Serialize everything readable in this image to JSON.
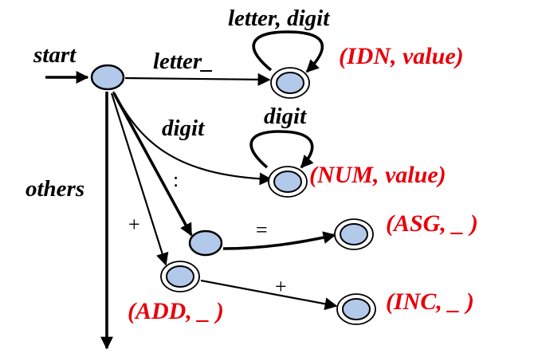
{
  "labels": {
    "start": "start",
    "others": "others",
    "letter_edge": "letter_",
    "letter_digit_loop": "letter, digit",
    "digit_edge": "digit",
    "digit_loop": "digit",
    "colon_edge": ":",
    "equals_edge": "=",
    "plus_edge_1": "+",
    "plus_edge_2": "+"
  },
  "tokens": {
    "idn": "(IDN, value)",
    "num": "(NUM, value)",
    "asg": "(ASG, _ )",
    "add": "(ADD, _ )",
    "inc": "(INC, _ )"
  },
  "colors": {
    "state_fill": "#b3c9ea",
    "token_text": "#e8000b",
    "stroke": "#000000"
  }
}
